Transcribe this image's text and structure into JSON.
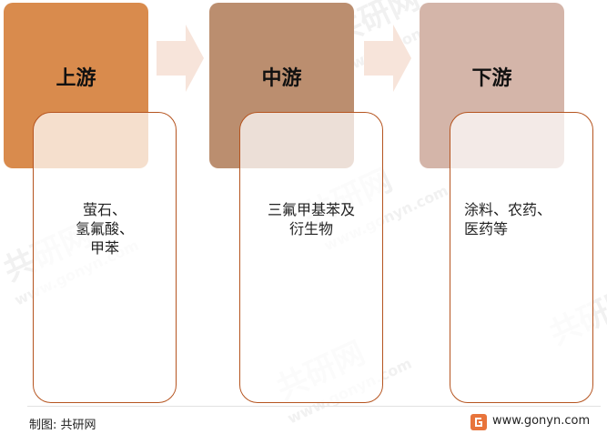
{
  "stages": [
    {
      "title": "上游",
      "content": "萤石、\n氢氟酸、\n甲苯"
    },
    {
      "title": "中游",
      "content": "三氟甲基苯及\n衍生物"
    },
    {
      "title": "下游",
      "content": "涂料、农药、\n医药等"
    }
  ],
  "footer": {
    "credit": "制图: 共研网",
    "website": "www.gonyn.com"
  },
  "watermark": {
    "text": "共研网",
    "url": "www.gonyn.com"
  },
  "colors": {
    "upstream": "#d98b4d",
    "midstream": "#bb8e6f",
    "downstream": "#d4b5a9",
    "border": "#b5541f",
    "arrow": "#f7e4da",
    "logo": "#e8743b"
  }
}
